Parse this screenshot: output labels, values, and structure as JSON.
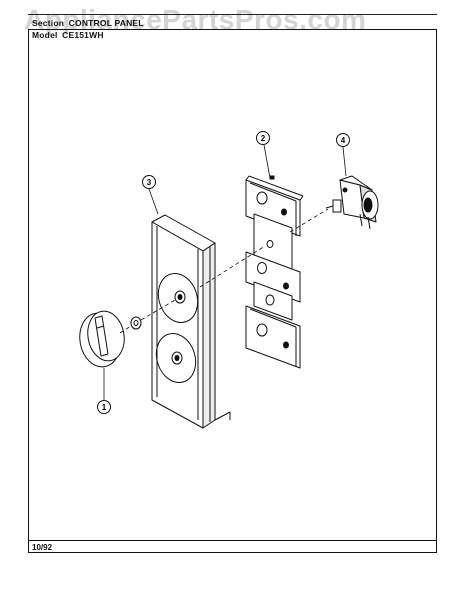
{
  "header": {
    "section_label": "Section",
    "section_value": "CONTROL PANEL",
    "model_label": "Model",
    "model_value": "CE151WH"
  },
  "footer": {
    "date": "10/92"
  },
  "watermark": "AppliancePartsPros.com",
  "callouts": {
    "knob": "1",
    "bracket": "2",
    "panel": "3",
    "timer": "4"
  }
}
